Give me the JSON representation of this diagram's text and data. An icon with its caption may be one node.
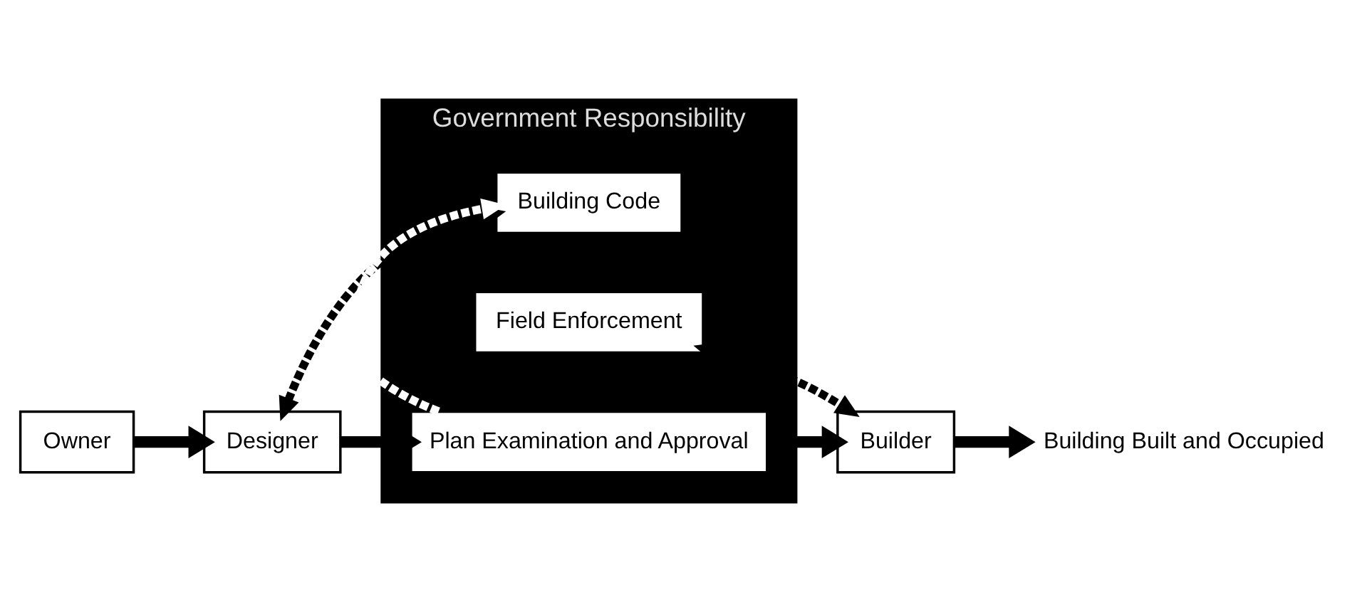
{
  "diagram": {
    "nodes": [
      {
        "text": [
          "Government Responsibility"
        ]
      },
      {
        "text": [
          "Building Code"
        ],
        "in": 0
      },
      {
        "text": [
          "Field Enforcement"
        ],
        "in": 0
      },
      {
        "text": [
          "Plan Examination and Approval"
        ],
        "in": 0
      },
      {
        "text": [
          "Owner"
        ]
      },
      {
        "text": [
          "Designer"
        ]
      },
      {
        "text": [
          "Builder"
        ]
      },
      {
        "text": [
          "Building Built and Occupied"
        ]
      }
    ],
    "edges": [
      {
        "from": 4,
        "to": 5,
        "arrow": "to"
      },
      {
        "from": 5,
        "to": 3,
        "arrow": "to"
      },
      {
        "from": 3,
        "to": 6,
        "arrow": "to"
      },
      {
        "from": 6,
        "to": 7,
        "arrow": "to"
      },
      {
        "from": 1,
        "to": 5,
        "arrow": "both",
        "style": "dashed"
      },
      {
        "from": 3,
        "to": 1,
        "arrow": "to",
        "style": "dashed",
        "color": "#ffffff"
      },
      {
        "from": 2,
        "to": 6,
        "arrow": "both",
        "style": "dashed"
      }
    ]
  }
}
